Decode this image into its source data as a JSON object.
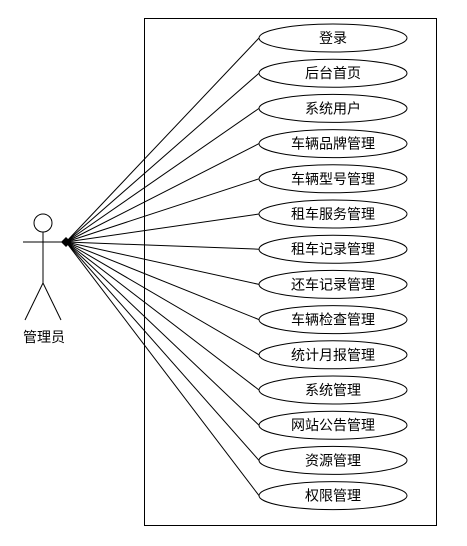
{
  "actor": {
    "label": "管理员"
  },
  "use_cases": [
    {
      "label": "登录"
    },
    {
      "label": "后台首页"
    },
    {
      "label": "系统用户"
    },
    {
      "label": "车辆品牌管理"
    },
    {
      "label": "车辆型号管理"
    },
    {
      "label": "租车服务管理"
    },
    {
      "label": "租车记录管理"
    },
    {
      "label": "还车记录管理"
    },
    {
      "label": "车辆检查管理"
    },
    {
      "label": "统计月报管理"
    },
    {
      "label": "系统管理"
    },
    {
      "label": "网站公告管理"
    },
    {
      "label": "资源管理"
    },
    {
      "label": "权限管理"
    }
  ]
}
